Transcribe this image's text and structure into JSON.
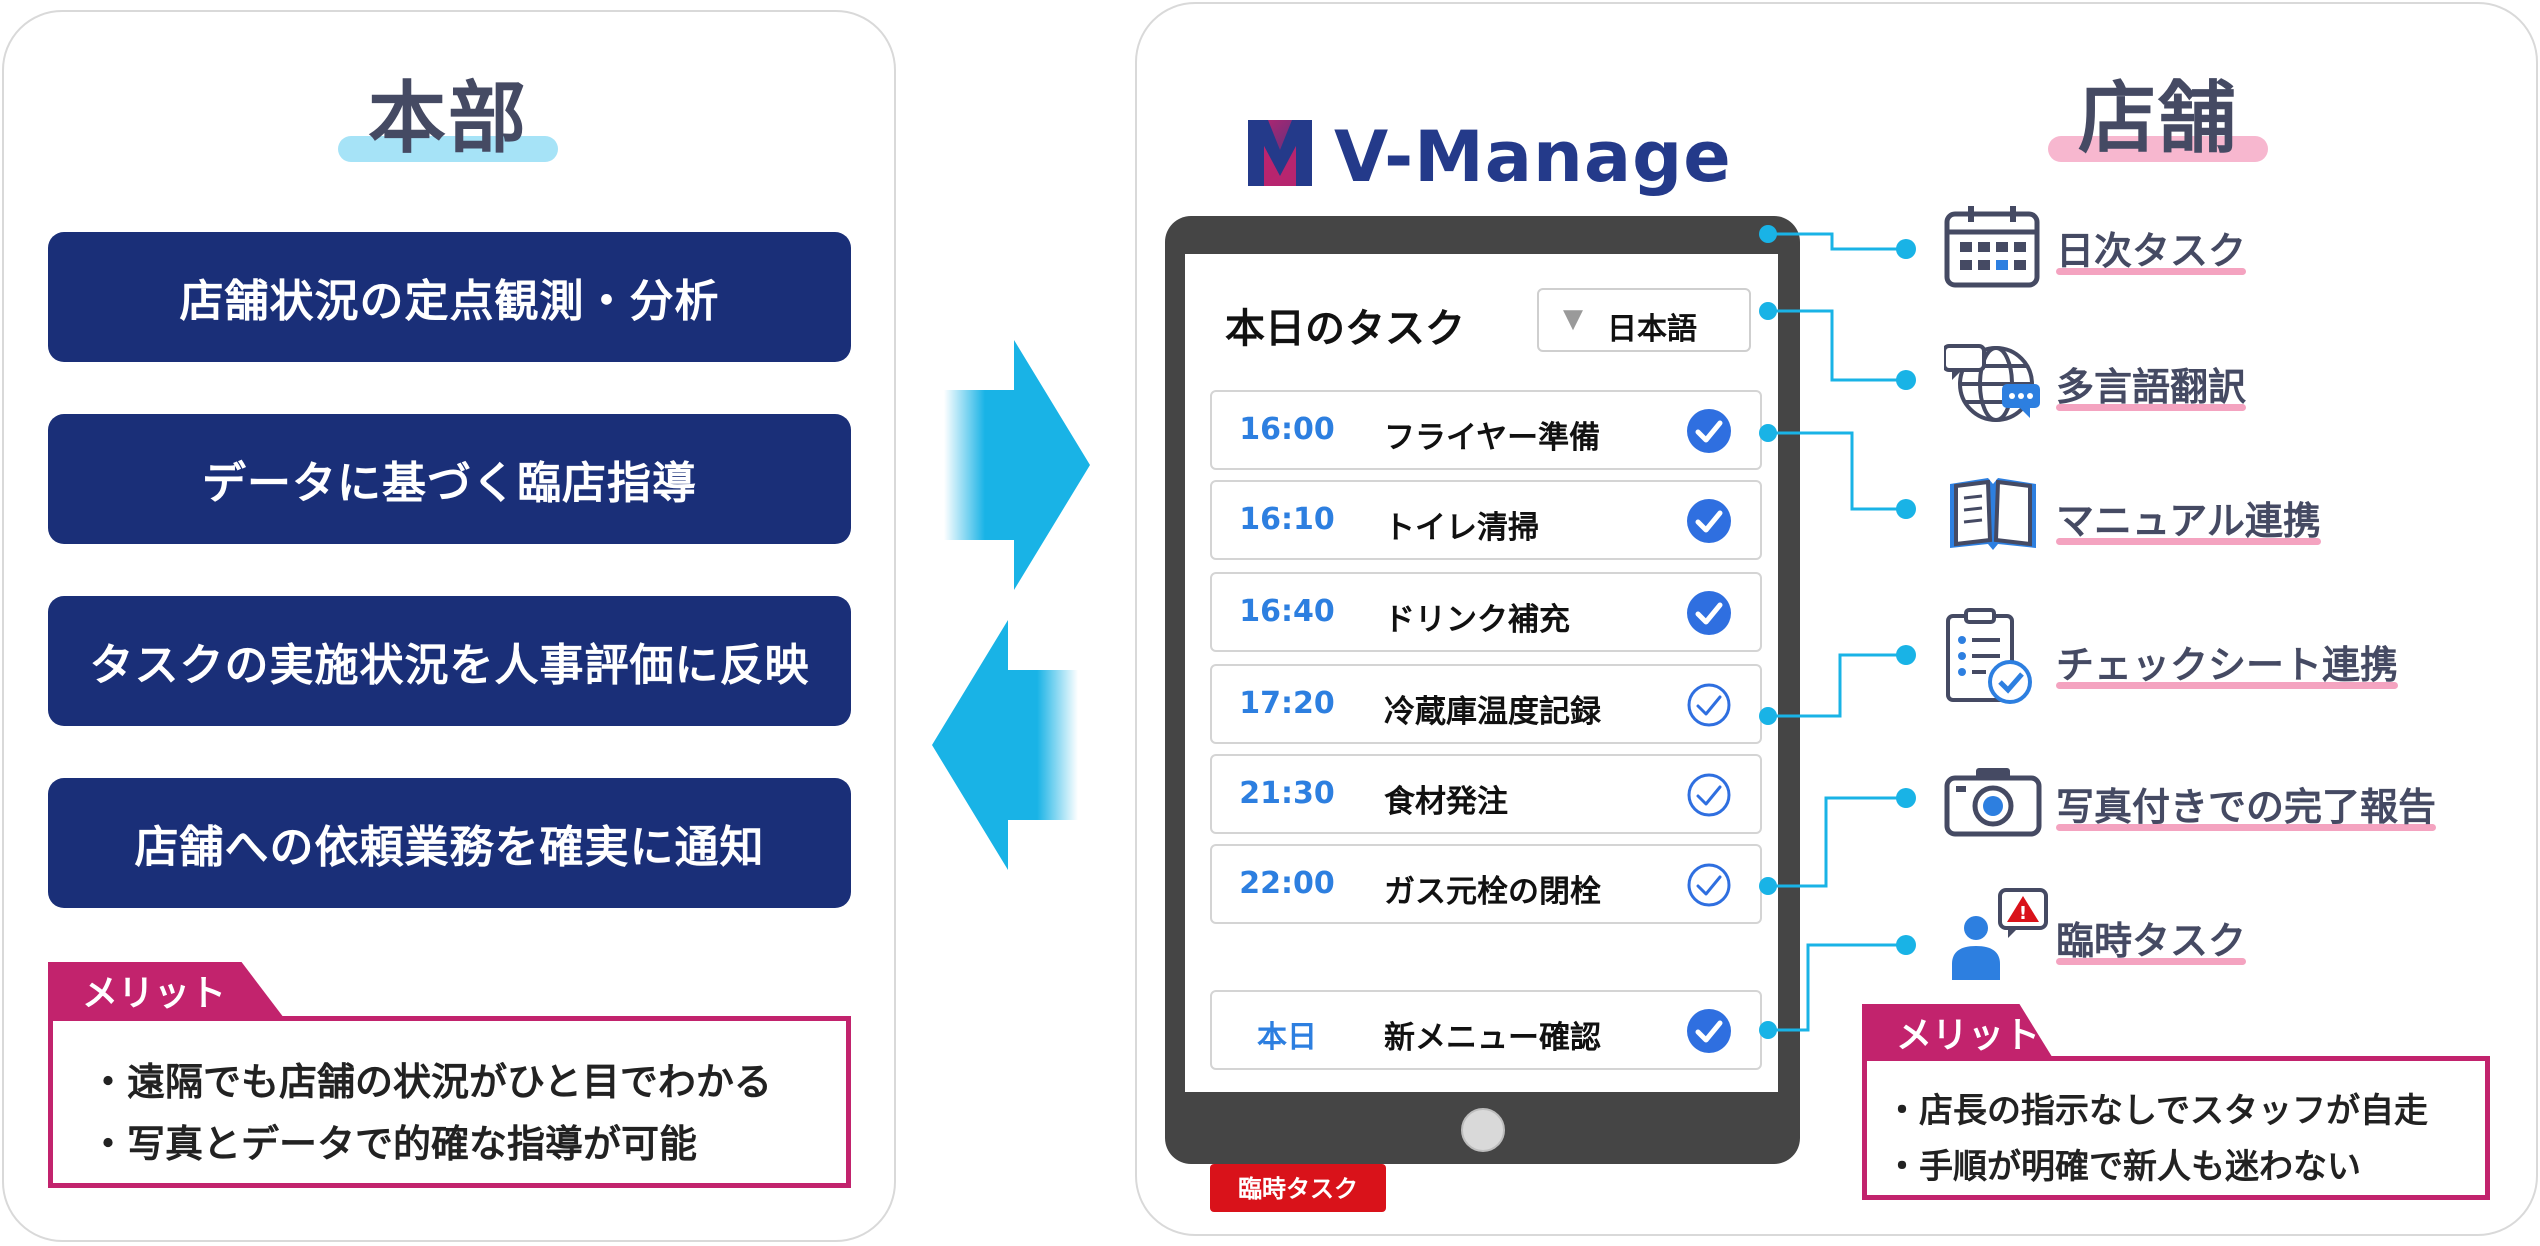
{
  "hq": {
    "title": "本部",
    "cards": [
      "店舗状況の定点観測・分析",
      "データに基づく臨店指導",
      "タスクの実施状況を人事評価に反映",
      "店舗への依頼業務を確実に通知"
    ],
    "merit": {
      "tab": "メリット",
      "items": [
        "・遠隔でも店舗の状況がひと目でわかる",
        "・写真とデータで的確な指導が可能"
      ]
    }
  },
  "store": {
    "title": "店舗",
    "brand": "V-Manage",
    "features": [
      "日次タスク",
      "多言語翻訳",
      "マニュアル連携",
      "チェックシート連携",
      "写真付きでの完了報告",
      "臨時タスク"
    ],
    "merit": {
      "tab": "メリット",
      "items": [
        "・店長の指示なしでスタッフが自走",
        "・手順が明確で新人も迷わない"
      ]
    }
  },
  "tablet": {
    "title": "本日のタスク",
    "language": "日本語",
    "tasks": [
      {
        "time": "16:00",
        "name": "フライヤー準備",
        "done": true
      },
      {
        "time": "16:10",
        "name": "トイレ清掃",
        "done": true
      },
      {
        "time": "16:40",
        "name": "ドリンク補充",
        "done": true
      },
      {
        "time": "17:20",
        "name": "冷蔵庫温度記録",
        "done": false
      },
      {
        "time": "21:30",
        "name": "食材発注",
        "done": false
      },
      {
        "time": "22:00",
        "name": "ガス元栓の閉栓",
        "done": false
      }
    ],
    "temp_badge": "臨時タスク",
    "temp_task": {
      "time": "本日",
      "name": "新メニュー確認",
      "done": true
    }
  },
  "colors": {
    "navy": "#1a2f78",
    "magenta": "#c2236d",
    "cyan": "#19b3e6",
    "check_blue": "#2f6fe0",
    "pink_highlight": "#f4a3c0",
    "red_badge": "#d9121a"
  }
}
